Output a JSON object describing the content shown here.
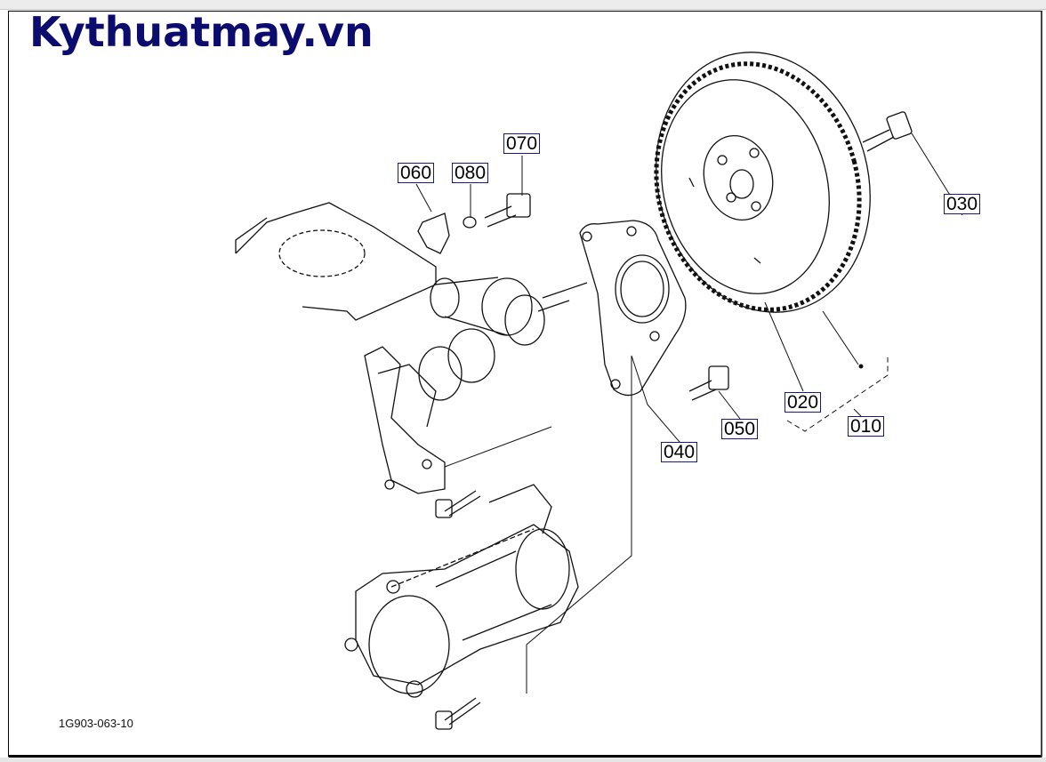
{
  "logo": "Kythuatmay.vn",
  "diagram_code": "1G903-063-10",
  "parts": {
    "p010": "010",
    "p020": "020",
    "p030": "030",
    "p040": "040",
    "p050": "050",
    "p060": "060",
    "p070": "070",
    "p080": "080"
  },
  "colors": {
    "logo": "#0c0c6e",
    "label_border": "#1a1a7a"
  }
}
